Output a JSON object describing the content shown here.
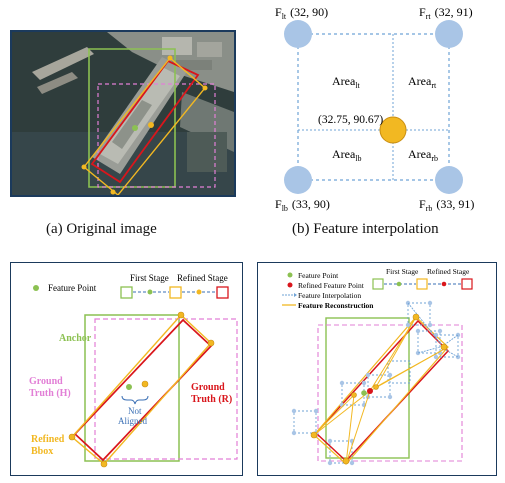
{
  "captions": {
    "a": "(a)  Original image",
    "b": "(b)  Feature interpolation"
  },
  "panel_b": {
    "corner_lt": "F",
    "corner_lt_sub": "lt",
    "corner_lt_val": "(32, 90)",
    "corner_rt": "F",
    "corner_rt_sub": "rt",
    "corner_rt_val": "(32, 91)",
    "corner_lb": "F",
    "corner_lb_sub": "lb",
    "corner_lb_val": "(33, 90)",
    "corner_rb": "F",
    "corner_rb_sub": "rb",
    "corner_rb_val": "(33, 91)",
    "area_lt": "Area",
    "area_lt_sub": "lt",
    "area_rt": "Area",
    "area_rt_sub": "rt",
    "area_lb": "Area",
    "area_lb_sub": "lb",
    "area_rb": "Area",
    "area_rb_sub": "rb",
    "point_label": "(32.75, 90.67)"
  },
  "panel_c": {
    "legend_feature_point": "Feature Point",
    "legend_first_stage": "First Stage",
    "legend_refined_stage": "Refined Stage",
    "anchor": "Anchor",
    "gt_h_line1": "Ground",
    "gt_h_line2": "Truth (H)",
    "gt_r_line1": "Ground",
    "gt_r_line2": "Truth (R)",
    "refined_line1": "Refined",
    "refined_line2": "Bbox",
    "not_aligned_line1": "Not",
    "not_aligned_line2": "Aligned"
  },
  "panel_d": {
    "legend_feature_point": "Feature Point",
    "legend_refined_feature_point": "Refined Feature Point",
    "legend_interpolation": "Feature Interpolation",
    "legend_reconstruction": "Feature Reconstruction",
    "legend_first_stage": "First Stage",
    "legend_refined_stage": "Refined Stage"
  },
  "colors": {
    "anchor_green": "#8cc152",
    "ground_truth_pink": "#e27fd6",
    "ground_truth_red": "#d9161c",
    "refined_yellow": "#f2b822",
    "interp_blue": "#6fa3d6",
    "circle_blue": "#a9c5e6",
    "point_orange": "#f2b822",
    "frame": "#1b3a5c"
  }
}
